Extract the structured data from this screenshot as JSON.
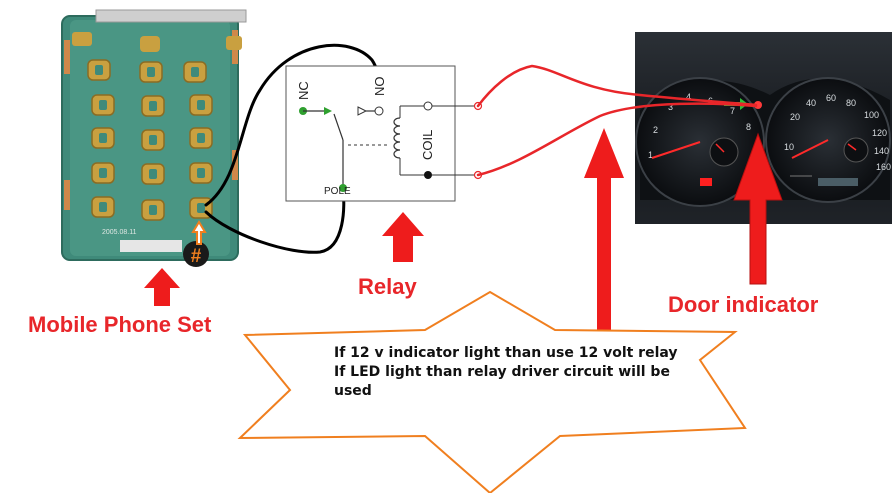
{
  "labels": {
    "mobile_phone": "Mobile Phone Set",
    "relay": "Relay",
    "door_indicator": "Door indicator",
    "hash_key": "#"
  },
  "relay_terminals": {
    "nc": "NC",
    "no": "NO",
    "coil": "COIL",
    "pole": "POLE"
  },
  "note": {
    "line1": "If 12 v indicator light than use 12 volt relay",
    "line2": "If LED light than relay driver circuit will be",
    "line3": "used"
  },
  "colors": {
    "label_red": "#e8262a",
    "arrow_red": "#ee1c1c",
    "wire_black": "#000000",
    "wire_red": "#e8262a",
    "star_outline": "#f07f1f",
    "pcb_green": "#3f8a7a",
    "key_gold": "#c9a040",
    "dashboard_dark": "#121518",
    "relay_green": "#2fa02f"
  },
  "icons": {
    "phone": "mobile-phone-pcb-image",
    "dashboard": "car-dashboard-image",
    "arrows": "red-up-arrow"
  }
}
